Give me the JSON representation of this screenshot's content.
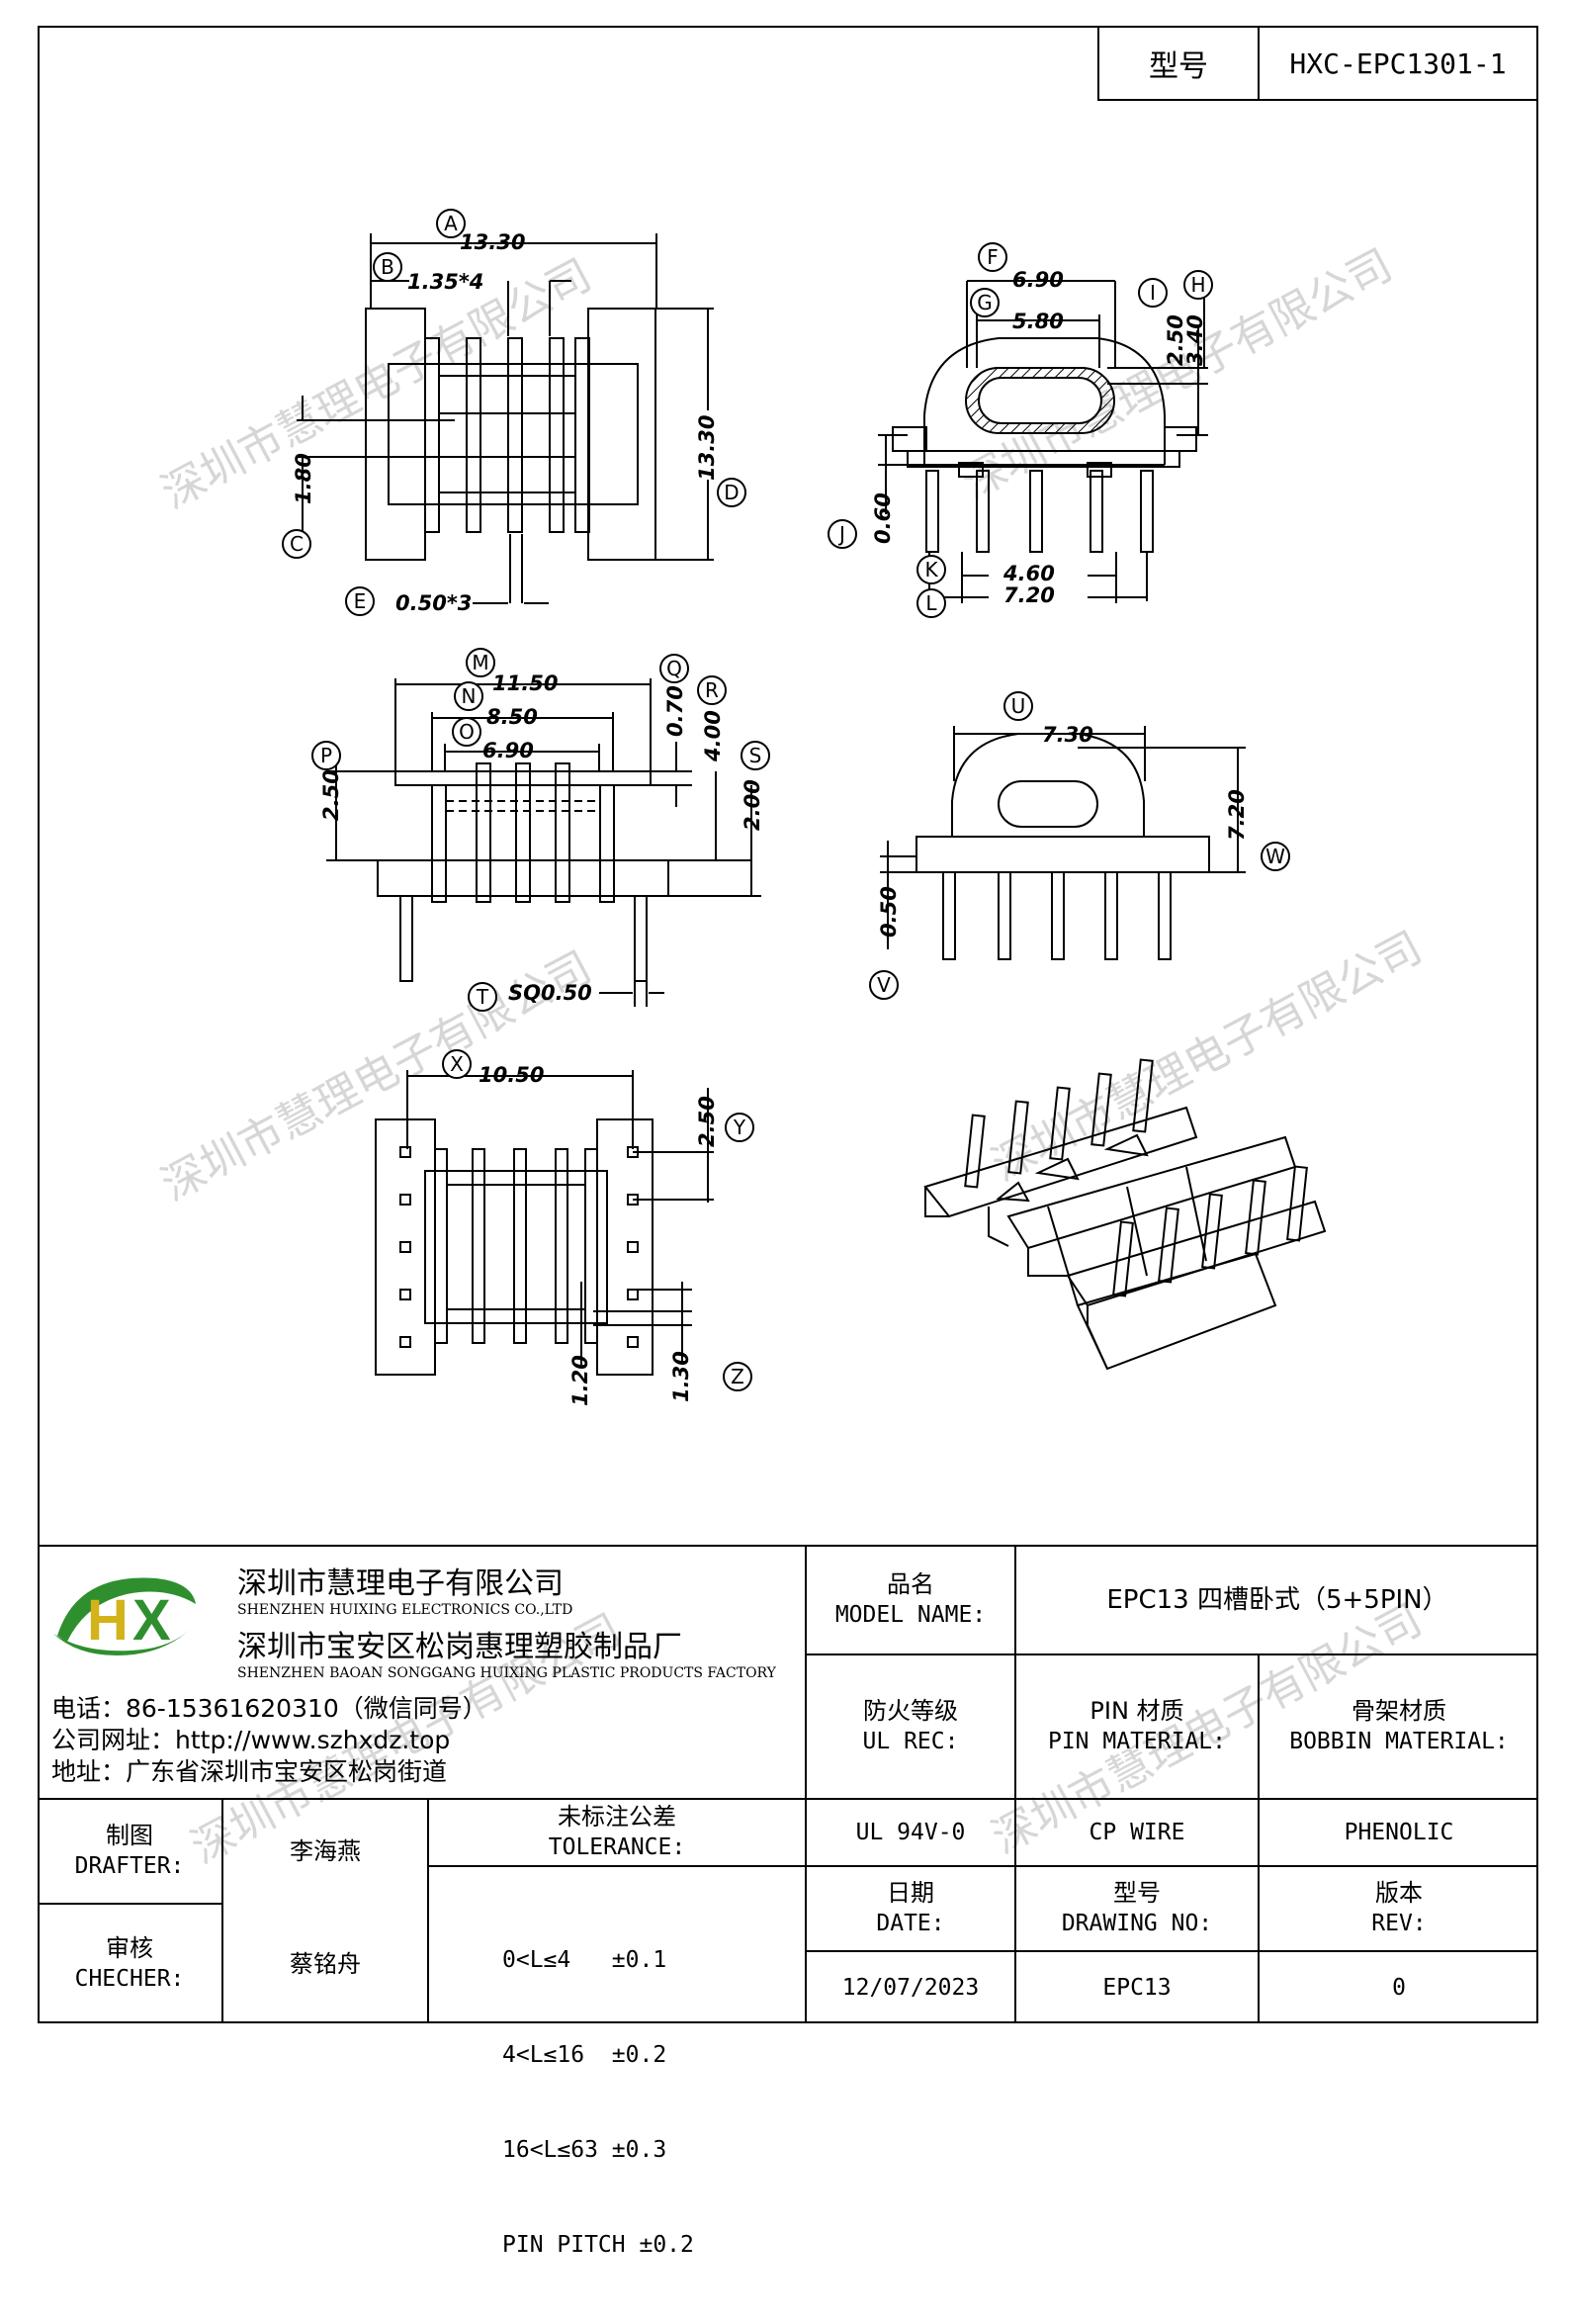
{
  "header": {
    "model_label": "型号",
    "model_value": "HXC-EPC1301-1"
  },
  "watermark": "深圳市慧理电子有限公司",
  "dims": {
    "A": "13.30",
    "B": "1.35*4",
    "C": "1.80",
    "D": "13.30",
    "E": "0.50*3",
    "F": "6.90",
    "G": "5.80",
    "H": "3.40",
    "I": "2.50",
    "J": "0.60",
    "K": "4.60",
    "L": "7.20",
    "M": "11.50",
    "N": "8.50",
    "O": "6.90",
    "P": "2.50",
    "Q": "0.70",
    "R": "4.00",
    "S": "2.00",
    "T": "SQ0.50",
    "U": "7.30",
    "V": "0.50",
    "W": "7.20",
    "X": "10.50",
    "Y": "2.50",
    "Z": "1.30",
    "Z2": "1.20"
  },
  "company": {
    "name_cn": "深圳市慧理电子有限公司",
    "name_en": "SHENZHEN HUIXING ELECTRONICS CO.,LTD",
    "factory_cn": "深圳市宝安区松岗惠理塑胶制品厂",
    "factory_en": "SHENZHEN BAOAN SONGGANG HUIXING PLASTIC PRODUCTS FACTORY",
    "phone": "电话：86-15361620310（微信同号）",
    "website": "公司网址：http://www.szhxdz.top",
    "address": "地址：广东省深圳市宝安区松岗街道",
    "logo_text": "HX"
  },
  "title_block": {
    "model_name_cn": "品名",
    "model_name_en": "MODEL NAME:",
    "model_name_value": "EPC13 四槽卧式（5+5PIN）",
    "ul_cn": "防火等级",
    "ul_en": "UL REC:",
    "pin_cn": "PIN 材质",
    "pin_en": "PIN MATERIAL:",
    "bobbin_cn": "骨架材质",
    "bobbin_en": "BOBBIN MATERIAL:",
    "ul_value": "UL 94V-0",
    "pin_value": "CP WIRE",
    "bobbin_value": "PHENOLIC",
    "drafter_cn": "制图",
    "drafter_en": "DRAFTER:",
    "drafter_value": "李海燕",
    "checker_cn": "审核",
    "checker_en": "CHECHER:",
    "checker_value": "蔡铭舟",
    "tol_cn": "未标注公差",
    "tol_en": "TOLERANCE:",
    "tol_lines": [
      "0<L≤4   ±0.1",
      "4<L≤16  ±0.2",
      "16<L≤63 ±0.3",
      "PIN PITCH ±0.2"
    ],
    "date_cn": "日期",
    "date_en": "DATE:",
    "date_value": "12/07/2023",
    "drawing_cn": "型号",
    "drawing_en": "DRAWING NO:",
    "drawing_value": "EPC13",
    "rev_cn": "版本",
    "rev_en": "REV:",
    "rev_value": "0"
  }
}
